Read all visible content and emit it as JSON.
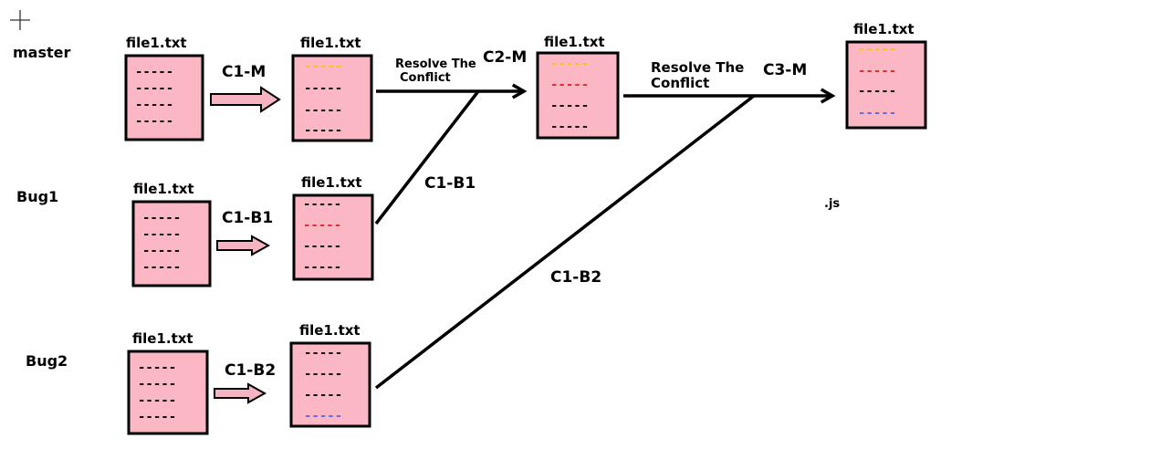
{
  "corner_icon": "crosshair-icon",
  "branches": {
    "master": "master",
    "bug1": "Bug1",
    "bug2": "Bug2"
  },
  "colors": {
    "file_fill": "#fbb8c4",
    "yellow": "#f5c518",
    "red": "#e03030",
    "black": "#111111",
    "blue": "#6a6ae6"
  },
  "files": {
    "m0": {
      "name": "file1.txt",
      "lines": [
        {
          "text": "-----",
          "color": "#111111"
        },
        {
          "text": "-----",
          "color": "#111111"
        },
        {
          "text": "-----",
          "color": "#111111"
        },
        {
          "text": "-----",
          "color": "#111111"
        }
      ]
    },
    "m1": {
      "name": "file1.txt",
      "lines": [
        {
          "text": "-----",
          "color": "#f5c518"
        },
        {
          "text": "-----",
          "color": "#111111"
        },
        {
          "text": "-----",
          "color": "#111111"
        },
        {
          "text": "-----",
          "color": "#111111"
        }
      ]
    },
    "m2": {
      "name": "file1.txt",
      "lines": [
        {
          "text": "-----",
          "color": "#f5c518"
        },
        {
          "text": "-----",
          "color": "#e03030"
        },
        {
          "text": "-----",
          "color": "#111111"
        },
        {
          "text": "-----",
          "color": "#111111"
        }
      ]
    },
    "m3": {
      "name": "file1.txt",
      "lines": [
        {
          "text": "-----",
          "color": "#f5c518"
        },
        {
          "text": "-----",
          "color": "#e03030"
        },
        {
          "text": "-----",
          "color": "#111111"
        },
        {
          "text": "-----",
          "color": "#6a6ae6"
        }
      ]
    },
    "b1_0": {
      "name": "file1.txt",
      "lines": [
        {
          "text": "-----",
          "color": "#111111"
        },
        {
          "text": "-----",
          "color": "#111111"
        },
        {
          "text": "-----",
          "color": "#111111"
        },
        {
          "text": "-----",
          "color": "#111111"
        }
      ]
    },
    "b1_1": {
      "name": "file1.txt",
      "lines": [
        {
          "text": "-----",
          "color": "#111111"
        },
        {
          "text": "-----",
          "color": "#e03030"
        },
        {
          "text": "-----",
          "color": "#111111"
        },
        {
          "text": "-----",
          "color": "#111111"
        }
      ]
    },
    "b2_0": {
      "name": "file1.txt",
      "lines": [
        {
          "text": "-----",
          "color": "#111111"
        },
        {
          "text": "-----",
          "color": "#111111"
        },
        {
          "text": "-----",
          "color": "#111111"
        },
        {
          "text": "-----",
          "color": "#111111"
        }
      ]
    },
    "b2_1": {
      "name": "file1.txt",
      "lines": [
        {
          "text": "-----",
          "color": "#111111"
        },
        {
          "text": "-----",
          "color": "#111111"
        },
        {
          "text": "-----",
          "color": "#111111"
        },
        {
          "text": "-----",
          "color": "#6a6ae6"
        }
      ]
    }
  },
  "commits": {
    "c1_m": "C1-M",
    "c1_b1": "C1-B1",
    "c1_b2": "C1-B2",
    "c2_m": "C2-M",
    "c3_m": "C3-M",
    "edge_c1_b1": "C1-B1",
    "edge_c1_b2": "C1-B2"
  },
  "resolve1": {
    "line1": "Resolve The",
    "line2": "Conflict"
  },
  "resolve2": {
    "line1": "Resolve The",
    "line2": "Conflict"
  },
  "stray_label": ".js"
}
